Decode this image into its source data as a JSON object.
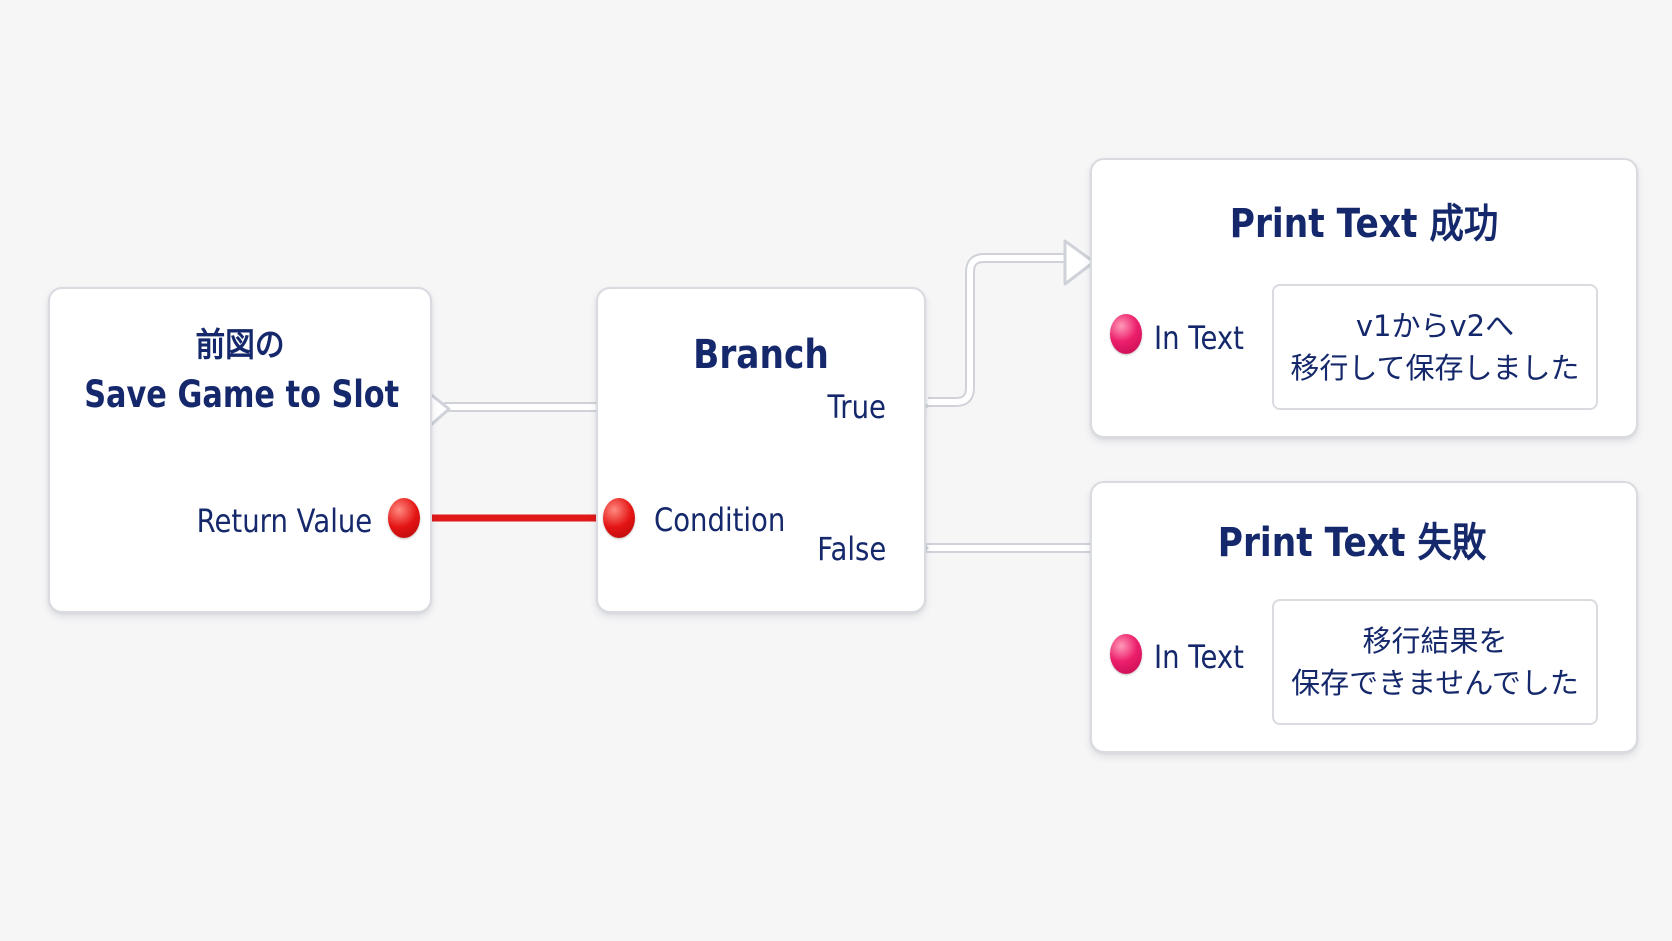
{
  "nodes": {
    "save_game": {
      "title_line1": "前図の",
      "title_line2": "Save Game to Slot",
      "return_value_label": "Return Value"
    },
    "branch": {
      "title": "Branch",
      "true_label": "True",
      "false_label": "False",
      "condition_label": "Condition"
    },
    "print_success": {
      "title": "Print Text 成功",
      "in_text_label": "In Text",
      "text_line1": "v1からv2へ",
      "text_line2": "移行して保存しました"
    },
    "print_failure": {
      "title": "Print Text 失敗",
      "in_text_label": "In Text",
      "text_line1": "移行結果を",
      "text_line2": "保存できませんでした"
    }
  },
  "colors": {
    "background": "#f6f6f7",
    "node_fill": "#ffffff",
    "node_border": "#d9dbe0",
    "text": "#14286b",
    "exec_wire": "#ffffff",
    "exec_wire_outline": "#cfd2d8",
    "bool_wire": "#e01818",
    "bool_pin": "#e41414",
    "string_pin": "#ec1f6c"
  }
}
